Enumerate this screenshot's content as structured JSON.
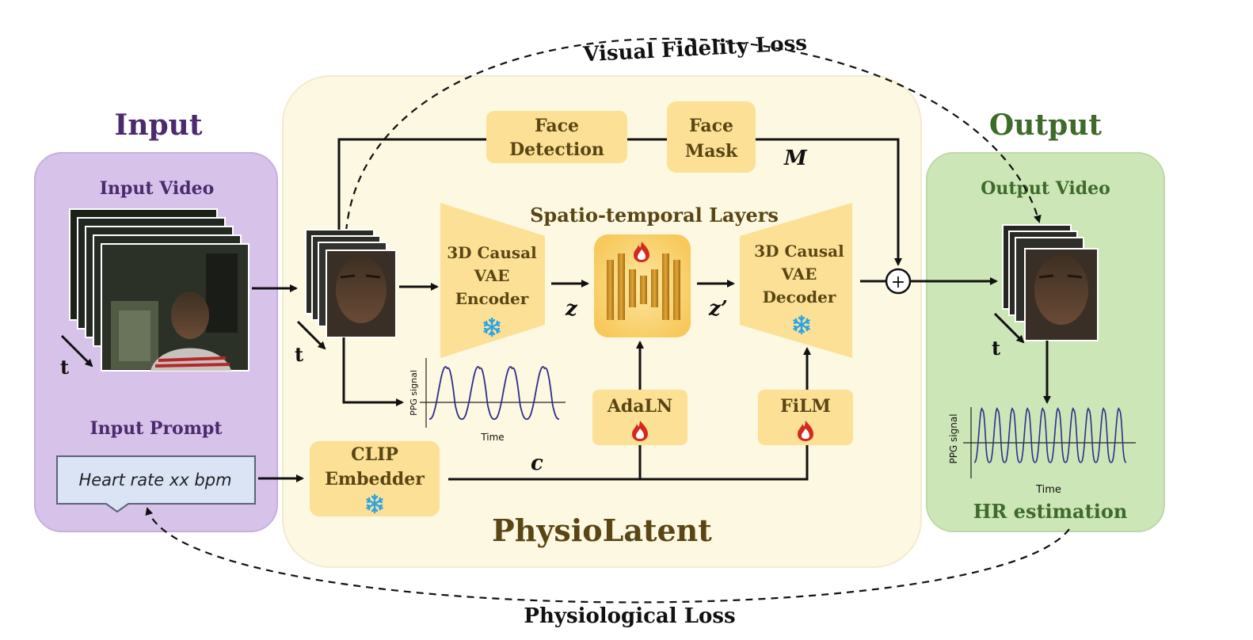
{
  "loss_top": "Visual Fidelity Loss",
  "loss_bottom": "Physiological Loss",
  "input_panel": {
    "heading": "Input",
    "video_label": "Input Video",
    "time_label": "t",
    "prompt_label": "Input Prompt",
    "prompt_text": "Heart rate xx bpm"
  },
  "center_panel": {
    "title": "PhysioLatent",
    "face_detection": [
      "Face",
      "Detection"
    ],
    "face_mask": [
      "Face",
      "Mask"
    ],
    "mask_symbol": "M",
    "time_label": "t",
    "encoder": [
      "3D Causal",
      "VAE",
      "Encoder"
    ],
    "decoder": [
      "3D Causal",
      "VAE",
      "Decoder"
    ],
    "st_layers": "Spatio-temporal Layers",
    "z": "z",
    "z_prime": "z’",
    "c": "c",
    "adaln": "AdaLN",
    "film": "FiLM",
    "clip": [
      "CLIP",
      "Embedder"
    ],
    "plus": "+"
  },
  "output_panel": {
    "heading": "Output",
    "video_label": "Output Video",
    "time_label": "t",
    "hr_label": "HR estimation"
  },
  "plot_labels": {
    "ylabel": "PPG signal",
    "xlabel": "Time"
  },
  "icons": {
    "frozen": "snowflake-icon",
    "trainable": "flame-icon"
  },
  "colors": {
    "input_panel": "#d7c3ea",
    "input_heading": "#4b2a6e",
    "center_panel": "#fdf8e1",
    "box": "#fbe096",
    "box_text": "#5a4614",
    "output_panel": "#cde6b8",
    "output_heading": "#3e6b2a",
    "snow": "#2aa3e6",
    "flame": "#d42a1e"
  }
}
